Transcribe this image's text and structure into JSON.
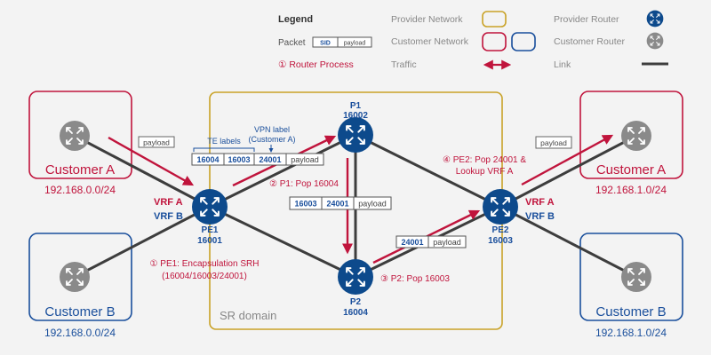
{
  "legend": {
    "title": "Legend",
    "packet_label": "Packet",
    "packet_sid": "SID",
    "packet_payload": "payload",
    "router_process": "① Router Process",
    "provider_network": "Provider Network",
    "customer_network": "Customer Network",
    "traffic": "Traffic",
    "provider_router": "Provider Router",
    "customer_router": "Customer Router",
    "link": "Link"
  },
  "colors": {
    "provider": "#0d4a8c",
    "customer_a": "#c0143c",
    "customer_b": "#1a4f9c",
    "domain": "#c9a227",
    "customer_router": "#8a8a8a",
    "link": "#3d3d3d",
    "traffic": "#c0143c"
  },
  "domain_label": "SR domain",
  "sites": {
    "left_a": {
      "name": "Customer A",
      "prefix": "192.168.0.0/24"
    },
    "left_b": {
      "name": "Customer B",
      "prefix": "192.168.0.0/24"
    },
    "right_a": {
      "name": "Customer A",
      "prefix": "192.168.1.0/24"
    },
    "right_b": {
      "name": "Customer B",
      "prefix": "192.168.1.0/24"
    }
  },
  "routers": {
    "pe1": {
      "name": "PE1",
      "sid": "16001",
      "vrf_a": "VRF A",
      "vrf_b": "VRF B"
    },
    "p1": {
      "name": "P1",
      "sid": "16002"
    },
    "p2": {
      "name": "P2",
      "sid": "16004"
    },
    "pe2": {
      "name": "PE2",
      "sid": "16003",
      "vrf_a": "VRF A",
      "vrf_b": "VRF B"
    }
  },
  "packets": {
    "ingress": {
      "payload": "payload"
    },
    "pe1_out": {
      "labels": [
        "16004",
        "16003",
        "24001"
      ],
      "payload": "payload"
    },
    "p1_out": {
      "labels": [
        "16003",
        "24001"
      ],
      "payload": "payload"
    },
    "p2_out": {
      "labels": [
        "24001"
      ],
      "payload": "payload"
    },
    "egress": {
      "payload": "payload"
    }
  },
  "annotations": {
    "te_labels": "TE labels",
    "vpn_label_1": "VPN label",
    "vpn_label_2": "(Customer A)"
  },
  "steps": {
    "s1_line1": "① PE1: Encapsulation SRH",
    "s1_line2": "(16004/16003/24001)",
    "s2": "② P1: Pop 16004",
    "s3": "③ P2: Pop 16003",
    "s4_line1": "④ PE2: Pop 24001 &",
    "s4_line2": "Lookup VRF A"
  }
}
